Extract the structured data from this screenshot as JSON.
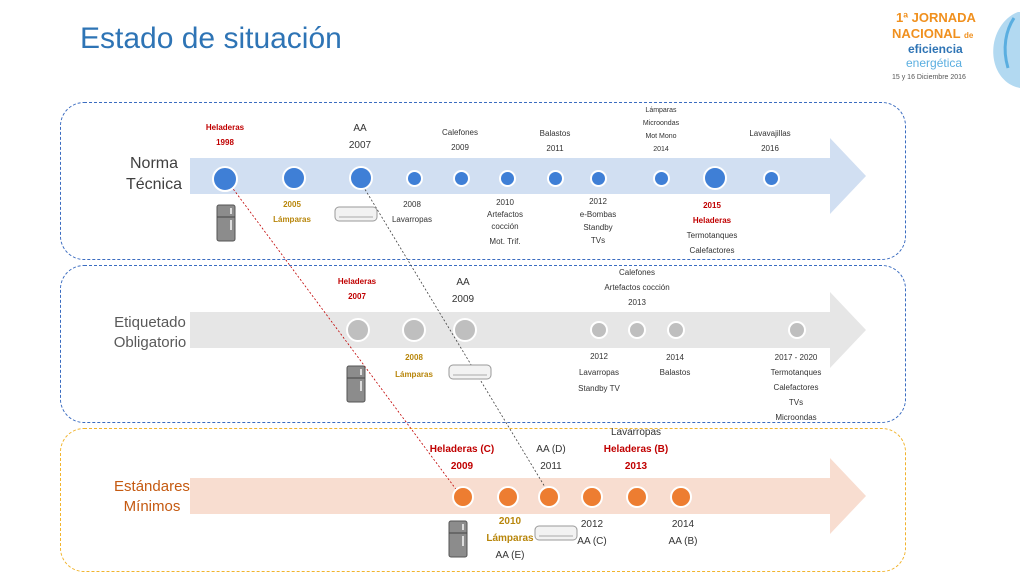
{
  "title": "Estado de situación",
  "logo": {
    "line1": "1ª JORNADA",
    "line2": "NACIONAL",
    "line2_suffix": "de",
    "line3": "eficiencia",
    "line4": "energética",
    "date": "15 y 16 Diciembre 2016"
  },
  "rows": [
    {
      "name": "Norma Técnica",
      "line1": "Norma",
      "line2": "Técnica"
    },
    {
      "name": "Etiquetado Obligatorio",
      "line1": "Etiquetado",
      "line2": "Obligatorio"
    },
    {
      "name": "Estándares Mínimos",
      "line1": "Estándares",
      "line2": "Mínimos"
    }
  ],
  "norma": {
    "above": [
      {
        "lines": [
          "Heladeras",
          "1998"
        ],
        "style": "red"
      },
      {
        "lines": [
          "AA",
          "2007"
        ],
        "style": "dk"
      },
      {
        "lines": [
          "Calefones",
          "2009"
        ],
        "style": "dk"
      },
      {
        "lines": [
          "Balastos",
          "2011"
        ],
        "style": "dk"
      },
      {
        "lines": [
          "Lámparas",
          "Microondas",
          "Mot Mono",
          "2014"
        ],
        "style": "dk"
      },
      {
        "lines": [
          "Lavavajillas",
          "2016"
        ],
        "style": "dk"
      }
    ],
    "below": [
      {
        "lines": [
          "2005",
          "Lámparas"
        ],
        "style": "gold"
      },
      {
        "lines": [
          "2008",
          "Lavarropas"
        ],
        "style": "dk"
      },
      {
        "lines": [
          "2010",
          "Artefactos",
          "cocción",
          "Mot. Trif."
        ],
        "style": "dk"
      },
      {
        "lines": [
          "2012",
          "e-Bombas",
          "Standby",
          "TVs"
        ],
        "style": "dk"
      },
      {
        "lines": [
          "2015",
          "Heladeras",
          "Termotanques",
          "Calefactores"
        ],
        "style": "red"
      }
    ]
  },
  "etiquetado": {
    "above": [
      {
        "lines": [
          "Heladeras",
          "2007"
        ],
        "style": "red"
      },
      {
        "lines": [
          "AA",
          "2009"
        ],
        "style": "dk"
      },
      {
        "lines": [
          "Calefones",
          "Artefactos cocción",
          "2013"
        ],
        "style": "dk"
      }
    ],
    "below": [
      {
        "lines": [
          "2008",
          "Lámparas"
        ],
        "style": "gold"
      },
      {
        "lines": [
          "2012",
          "Lavarropas",
          "Standby TV"
        ],
        "style": "dk"
      },
      {
        "lines": [
          "2014",
          "Balastos"
        ],
        "style": "dk"
      },
      {
        "lines": [
          "2017 - 2020",
          "Termotanques",
          "Calefactores",
          "TVs",
          "Microondas"
        ],
        "style": "dk"
      }
    ]
  },
  "estandares": {
    "above": [
      {
        "lines": [
          "Heladeras (C)",
          "2009"
        ],
        "style": "red"
      },
      {
        "lines": [
          "AA (D)",
          "2011"
        ],
        "style": "dk"
      },
      {
        "lines": [
          "Lavarropas",
          "Heladeras (B)",
          "2013"
        ],
        "style": "mix"
      }
    ],
    "below": [
      {
        "lines": [
          "2010",
          "Lámparas",
          "AA (E)"
        ],
        "style": "mix2"
      },
      {
        "lines": [
          "2012",
          "AA (C)"
        ],
        "style": "dk"
      },
      {
        "lines": [
          "2014",
          "AA (B)"
        ],
        "style": "dk"
      }
    ]
  },
  "colors": {
    "title": "#2e74b5",
    "row1_arrow": "#d1dff2",
    "row1_dot": "#3f7fd6",
    "row2_arrow": "#e6e6e6",
    "row2_dot": "#bfbfbf",
    "row3_arrow": "#f8ddd0",
    "row3_dot": "#ed7d31",
    "frame_blue": "#3b6cc0",
    "frame_gold": "#f1b42e",
    "label_red": "#c00000",
    "label_gold": "#b8860b"
  }
}
